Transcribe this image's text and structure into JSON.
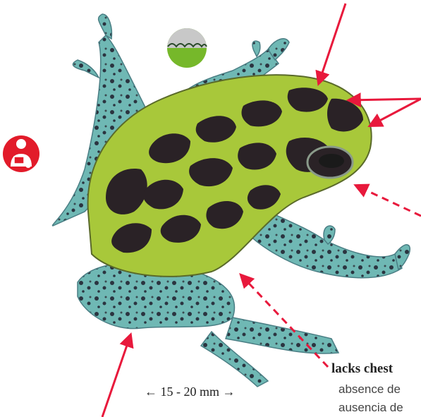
{
  "scale_label": "← 15 - 20 mm →",
  "caption": {
    "line1": "lacks chest",
    "line2": "absence de",
    "line3": "ausencia de"
  },
  "icons": {
    "observer": "observer-badge-icon",
    "habitat": "ground-mound-icon"
  },
  "colors": {
    "arrow": "#e8193c",
    "badge": "#e21b2a",
    "habitat_green": "#76b82a",
    "habitat_grey": "#c8c8c8",
    "frog_stripe": "#a8c83a",
    "frog_blotch": "#2a2226",
    "frog_limb": "#6fb8b4"
  }
}
